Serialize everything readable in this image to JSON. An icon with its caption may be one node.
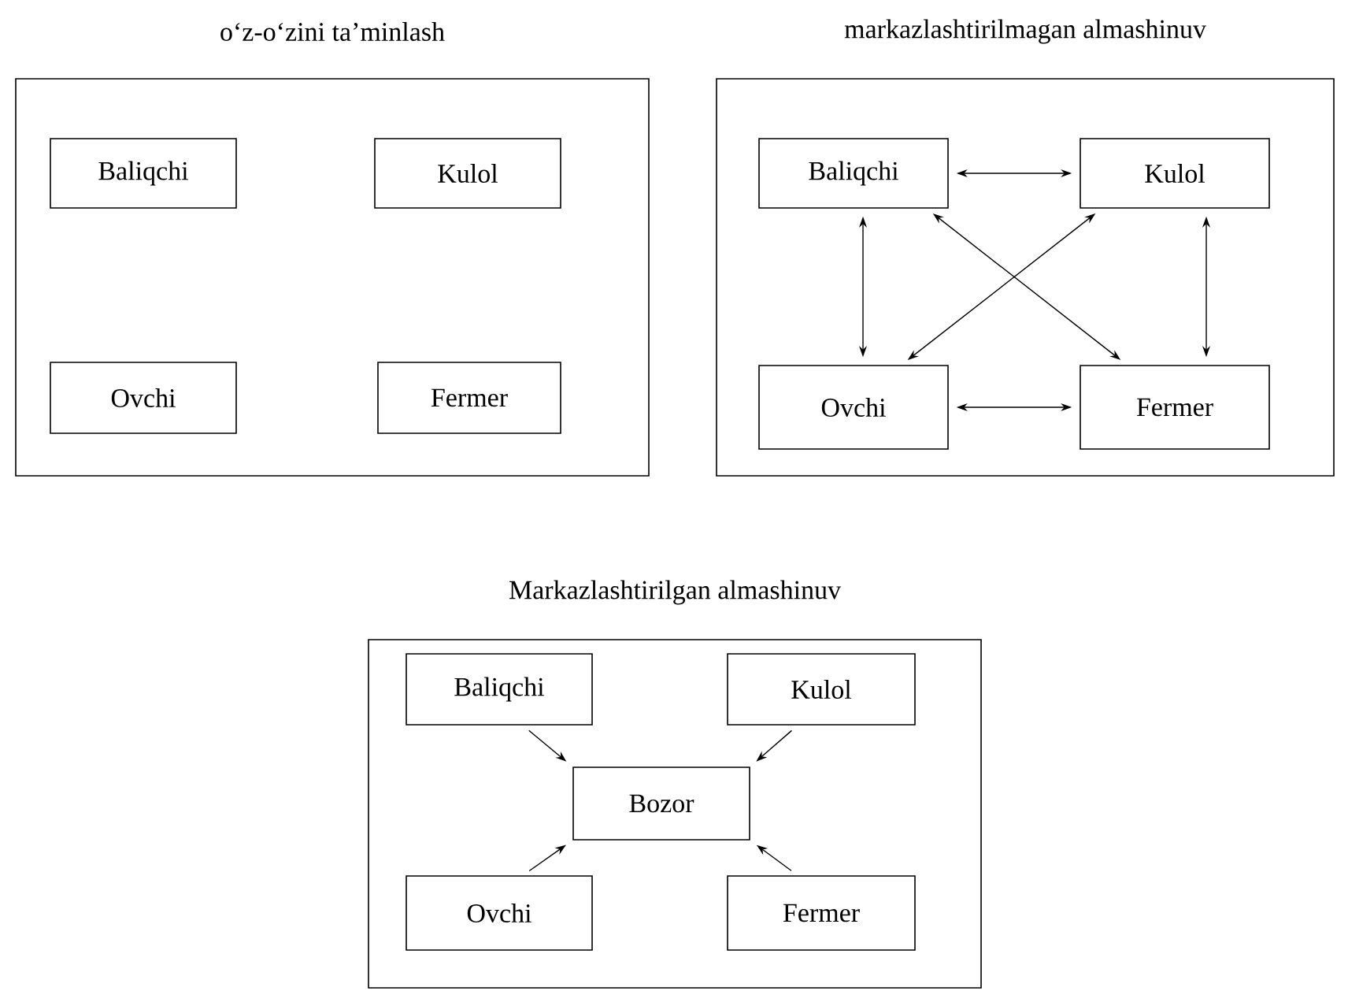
{
  "diagram": {
    "nodes": [
      {
        "text": [
          "o‘z-o‘zini ta’minlash"
        ]
      },
      {
        "text": [
          "Baliqchi"
        ],
        "in": 0
      },
      {
        "text": [
          "Kulol"
        ],
        "in": 0
      },
      {
        "text": [
          "Ovchi"
        ],
        "in": 0
      },
      {
        "text": [
          "Fermer"
        ],
        "in": 0
      },
      {
        "text": [
          "markazlashtirilmagan almashinuv"
        ]
      },
      {
        "text": [
          "Baliqchi"
        ],
        "in": 5
      },
      {
        "text": [
          "Kulol"
        ],
        "in": 5
      },
      {
        "text": [
          "Ovchi"
        ],
        "in": 5
      },
      {
        "text": [
          "Fermer"
        ],
        "in": 5
      },
      {
        "text": [
          "Markazlashtirilgan almashinuv"
        ]
      },
      {
        "text": [
          "Baliqchi"
        ],
        "in": 10
      },
      {
        "text": [
          "Kulol"
        ],
        "in": 10
      },
      {
        "text": [
          "Bozor"
        ],
        "in": 10
      },
      {
        "text": [
          "Ovchi"
        ],
        "in": 10
      },
      {
        "text": [
          "Fermer"
        ],
        "in": 10
      }
    ],
    "edges": [
      {
        "from": 6,
        "to": 7,
        "arrow": "both"
      },
      {
        "from": 6,
        "to": 8,
        "arrow": "both"
      },
      {
        "from": 7,
        "to": 9,
        "arrow": "both"
      },
      {
        "from": 6,
        "to": 9,
        "arrow": "both"
      },
      {
        "from": 7,
        "to": 8,
        "arrow": "both"
      },
      {
        "from": 8,
        "to": 9,
        "arrow": "both"
      },
      {
        "from": 11,
        "to": 13,
        "arrow": "to"
      },
      {
        "from": 12,
        "to": 13,
        "arrow": "to"
      },
      {
        "from": 14,
        "to": 13,
        "arrow": "to"
      },
      {
        "from": 15,
        "to": 13,
        "arrow": "to"
      }
    ]
  }
}
